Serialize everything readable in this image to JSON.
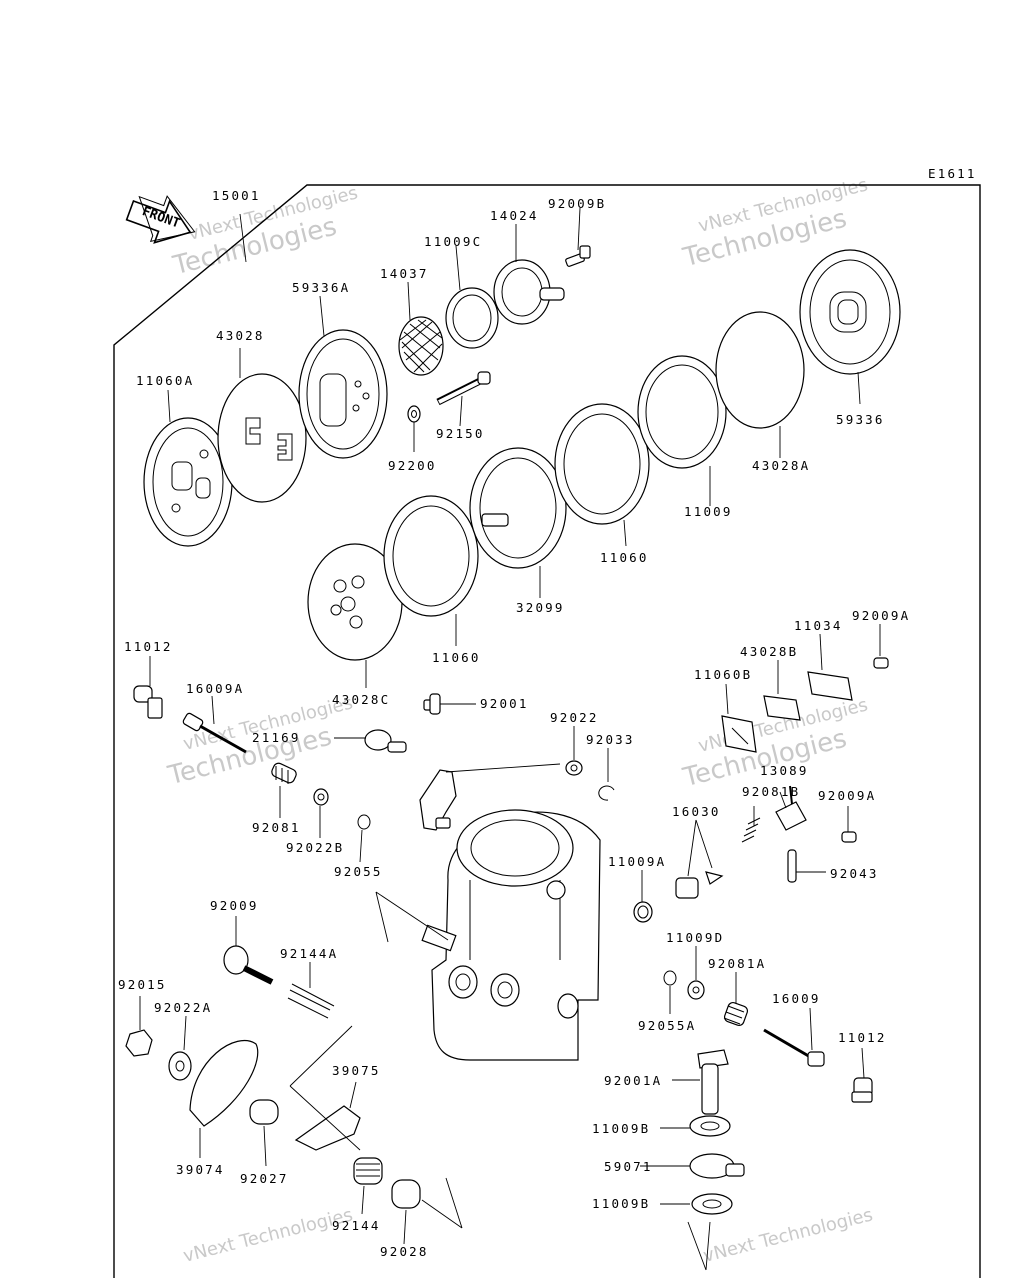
{
  "diagram": {
    "code": "E1611",
    "front_label": "FRONT",
    "watermark": [
      "vNext Technologies",
      "vNext Technologies",
      "vNext Technologies",
      "vNext Technologies",
      "vNext Technologies",
      "vNext Technologies"
    ],
    "labels": [
      "15001",
      "92009B",
      "14024",
      "11009C",
      "14037",
      "59336A",
      "43028",
      "11060A",
      "92150",
      "92200",
      "59336",
      "43028A",
      "11009",
      "11060",
      "32099",
      "11060",
      "43028C",
      "11012",
      "16009A",
      "92001",
      "92022",
      "92033",
      "21169",
      "92081",
      "92022B",
      "92055",
      "11034",
      "92009A",
      "43028B",
      "11060B",
      "13089",
      "92081B",
      "92009A",
      "16030",
      "92043",
      "11009A",
      "11009D",
      "92081A",
      "92055A",
      "16009",
      "11012",
      "92001A",
      "11009B",
      "59071",
      "11009B",
      "92009",
      "92144A",
      "92015",
      "92022A",
      "39075",
      "39074",
      "92027",
      "92144",
      "92028"
    ]
  }
}
